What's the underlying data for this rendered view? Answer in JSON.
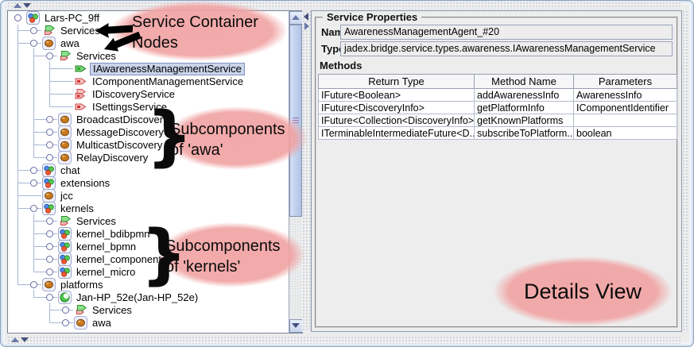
{
  "tree": {
    "items": [
      {
        "label": "Lars-PC_9ff",
        "icon": "platform-container",
        "level": 0,
        "expand": "expanded",
        "selected": false
      },
      {
        "label": "Services",
        "icon": "services",
        "level": 1,
        "expand": "collapsed",
        "selected": false
      },
      {
        "label": "awa",
        "icon": "component",
        "level": 1,
        "expand": "expanded",
        "selected": false
      },
      {
        "label": "Services",
        "icon": "services",
        "level": 2,
        "expand": "expanded",
        "selected": false
      },
      {
        "label": "IAwarenessManagementService",
        "icon": "service-green",
        "level": 3,
        "expand": "leaf",
        "selected": true
      },
      {
        "label": "IComponentManagementService",
        "icon": "service-red",
        "level": 3,
        "expand": "leaf",
        "selected": false
      },
      {
        "label": "IDiscoveryService",
        "icon": "service-red-double",
        "level": 3,
        "expand": "leaf",
        "selected": false
      },
      {
        "label": "ISettingsService",
        "icon": "service-red",
        "level": 3,
        "expand": "leaf",
        "selected": false
      },
      {
        "label": "BroadcastDiscovery",
        "icon": "component",
        "level": 2,
        "expand": "collapsed",
        "selected": false
      },
      {
        "label": "MessageDiscovery",
        "icon": "component",
        "level": 2,
        "expand": "collapsed",
        "selected": false
      },
      {
        "label": "MulticastDiscovery",
        "icon": "component",
        "level": 2,
        "expand": "collapsed",
        "selected": false
      },
      {
        "label": "RelayDiscovery",
        "icon": "component",
        "level": 2,
        "expand": "collapsed",
        "selected": false
      },
      {
        "label": "chat",
        "icon": "platform-container",
        "level": 1,
        "expand": "collapsed",
        "selected": false
      },
      {
        "label": "extensions",
        "icon": "platform-container",
        "level": 1,
        "expand": "collapsed",
        "selected": false
      },
      {
        "label": "jcc",
        "icon": "component",
        "level": 1,
        "expand": "leaf",
        "selected": false
      },
      {
        "label": "kernels",
        "icon": "platform-container",
        "level": 1,
        "expand": "expanded",
        "selected": false
      },
      {
        "label": "Services",
        "icon": "services",
        "level": 2,
        "expand": "collapsed",
        "selected": false
      },
      {
        "label": "kernel_bdibpmn",
        "icon": "platform-container",
        "level": 2,
        "expand": "collapsed",
        "selected": false
      },
      {
        "label": "kernel_bpmn",
        "icon": "platform-container",
        "level": 2,
        "expand": "collapsed",
        "selected": false
      },
      {
        "label": "kernel_component",
        "icon": "platform-container",
        "level": 2,
        "expand": "collapsed",
        "selected": false
      },
      {
        "label": "kernel_micro",
        "icon": "platform-container",
        "level": 2,
        "expand": "collapsed",
        "selected": false
      },
      {
        "label": "platforms",
        "icon": "component",
        "level": 1,
        "expand": "expanded",
        "selected": false
      },
      {
        "label": "Jan-HP_52e(Jan-HP_52e)",
        "icon": "platform-globe",
        "level": 2,
        "expand": "expanded",
        "selected": false
      },
      {
        "label": "Services",
        "icon": "services",
        "level": 3,
        "expand": "collapsed",
        "selected": false
      },
      {
        "label": "awa",
        "icon": "component",
        "level": 3,
        "expand": "collapsed",
        "selected": false
      }
    ]
  },
  "details": {
    "group_title": "Service Properties",
    "fields": [
      {
        "label": "Name",
        "value": "AwarenessManagementAgent_#20"
      },
      {
        "label": "Type",
        "value": "jadex.bridge.service.types.awareness.IAwarenessManagementService"
      }
    ],
    "methods_label": "Methods",
    "table": {
      "columns": [
        "Return Type",
        "Method Name",
        "Parameters"
      ],
      "rows": [
        [
          "IFuture<Boolean>",
          "addAwarenessInfo",
          "AwarenessInfo"
        ],
        [
          "IFuture<DiscoveryInfo>",
          "getPlatformInfo",
          "IComponentIdentifier"
        ],
        [
          "IFuture<Collection<DiscoveryInfo>>",
          "getKnownPlatforms",
          ""
        ],
        [
          "ITerminableIntermediateFuture<D...",
          "subscribeToPlatform...",
          "boolean"
        ]
      ]
    }
  },
  "annotations": {
    "highlight_color": "#f1a2a2",
    "service_container": {
      "line1": "Service Container",
      "line2": "Nodes"
    },
    "subcomponents_awa": {
      "line1": "Subcomponents",
      "line2": "of 'awa'"
    },
    "subcomponents_kernels": {
      "line1": "Subcomponents",
      "line2": "of 'kernels'"
    },
    "details_view": {
      "label": "Details View"
    },
    "brace": "}"
  },
  "colors": {
    "tree_selection_bg": "#c9d4e9",
    "tree_selection_border": "#7f92c2",
    "panel_bg": "#ededed",
    "annotation_pink": "#f1a2a2"
  }
}
